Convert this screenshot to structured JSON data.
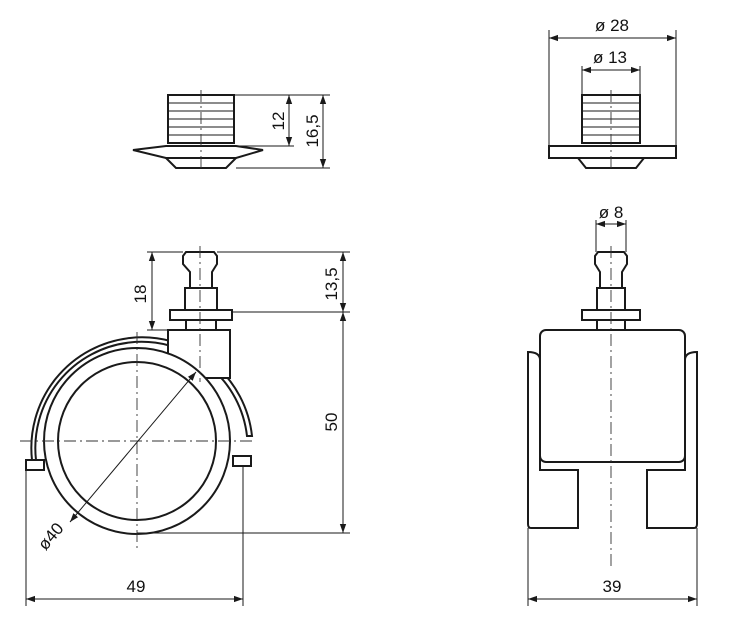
{
  "dimensions": {
    "insert_height": "12",
    "insert_total_height": "16,5",
    "insert_diameter_outer": "ø 28",
    "insert_diameter_inner": "ø 13",
    "stem_height": "18",
    "stem_pin_height": "13,5",
    "total_height": "50",
    "wheel_diameter": "ø40",
    "side_width": "49",
    "stem_diameter": "ø 8",
    "front_width": "39"
  },
  "colors": {
    "line": "#1a1a1a",
    "background": "#ffffff"
  }
}
